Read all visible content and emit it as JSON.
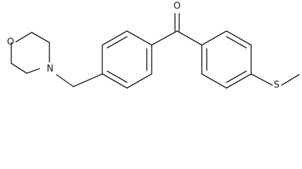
{
  "molecule": {
    "atoms": {
      "ring_oxygen": "O",
      "ring_nitrogen": "N",
      "carbonyl_oxygen": "O",
      "sulfur": "S"
    }
  }
}
